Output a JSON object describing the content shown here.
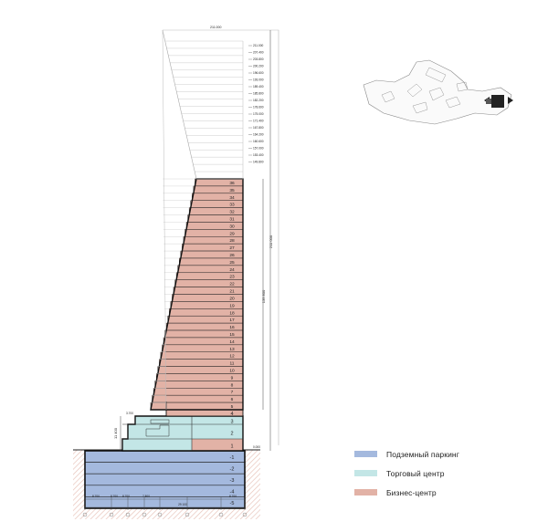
{
  "floors_office": [
    "36",
    "35",
    "34",
    "33",
    "32",
    "31",
    "30",
    "29",
    "28",
    "27",
    "26",
    "25",
    "24",
    "23",
    "22",
    "21",
    "20",
    "19",
    "18",
    "17",
    "16",
    "15",
    "14",
    "13",
    "12",
    "11",
    "10",
    "9",
    "8",
    "7",
    "6",
    "5"
  ],
  "floor_tech": "4",
  "floors_podium": [
    "3",
    "2",
    "1"
  ],
  "floors_underground": [
    "-1",
    "-2",
    "-3",
    "-4",
    "-5"
  ],
  "dims": {
    "total_height": "211 000",
    "office_height": "139 800",
    "podium_height": "11 400",
    "top_mark": "211.000",
    "ground_mark": "0.000",
    "upper_marks": [
      "211.000",
      "207.400",
      "203.800",
      "200.200",
      "196.600",
      "193.000",
      "189.400",
      "185.800",
      "182.200",
      "178.600",
      "175.000",
      "171.400",
      "167.800",
      "164.200",
      "160.600",
      "157.000",
      "153.400",
      "149.800"
    ],
    "bottom_dims": [
      "8 700",
      "8 700",
      "8 700",
      "7 800",
      "29 100",
      "8 700"
    ]
  },
  "colors": {
    "parking": "#a4b9de",
    "retail": "#c3e6e6",
    "office": "#e2b2a6",
    "hatch": "#e8c4bb"
  },
  "legend": [
    {
      "label": "Подземный паркинг",
      "color": "#a4b9de"
    },
    {
      "label": "Торговый центр",
      "color": "#c3e6e6"
    },
    {
      "label": "Бизнес-центр",
      "color": "#e2b2a6"
    }
  ]
}
